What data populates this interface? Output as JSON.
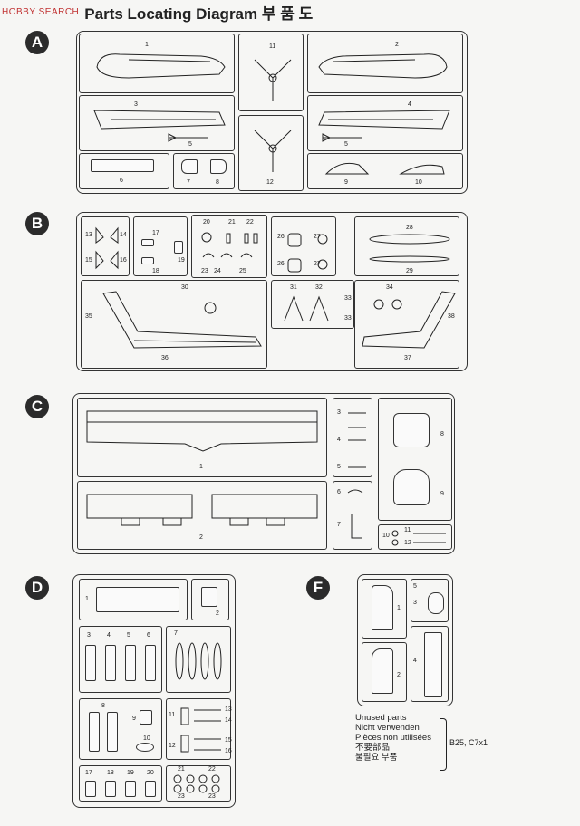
{
  "header": {
    "watermark": "HOBBY SEARCH",
    "title": "Parts Locating Diagram 부 품 도"
  },
  "runners": [
    {
      "letter": "A",
      "part_numbers": [
        "1",
        "2",
        "3",
        "4",
        "5",
        "5",
        "6",
        "7",
        "8",
        "9",
        "10",
        "11",
        "12"
      ]
    },
    {
      "letter": "B",
      "part_numbers": [
        "13",
        "14",
        "15",
        "16",
        "17",
        "18",
        "19",
        "20",
        "21",
        "22",
        "23",
        "24",
        "25",
        "26",
        "27",
        "26",
        "27",
        "28",
        "29",
        "30",
        "31",
        "32",
        "33",
        "33",
        "34",
        "35",
        "36",
        "37",
        "38"
      ]
    },
    {
      "letter": "C",
      "part_numbers": [
        "1",
        "2",
        "3",
        "4",
        "5",
        "6",
        "7",
        "8",
        "9",
        "10",
        "11",
        "12"
      ]
    },
    {
      "letter": "D",
      "part_numbers": [
        "1",
        "2",
        "3",
        "4",
        "5",
        "6",
        "7",
        "8",
        "9",
        "10",
        "11",
        "12",
        "13",
        "14",
        "15",
        "16",
        "17",
        "18",
        "19",
        "20",
        "21",
        "22",
        "23"
      ]
    },
    {
      "letter": "F",
      "part_numbers": [
        "1",
        "2",
        "3",
        "4",
        "5"
      ]
    }
  ],
  "unused": {
    "lines": [
      "Unused parts",
      "Nicht verwenden",
      "Pièces non utilisées",
      "不要部品",
      "불필요 부품"
    ],
    "value": "B25, C7x1"
  }
}
